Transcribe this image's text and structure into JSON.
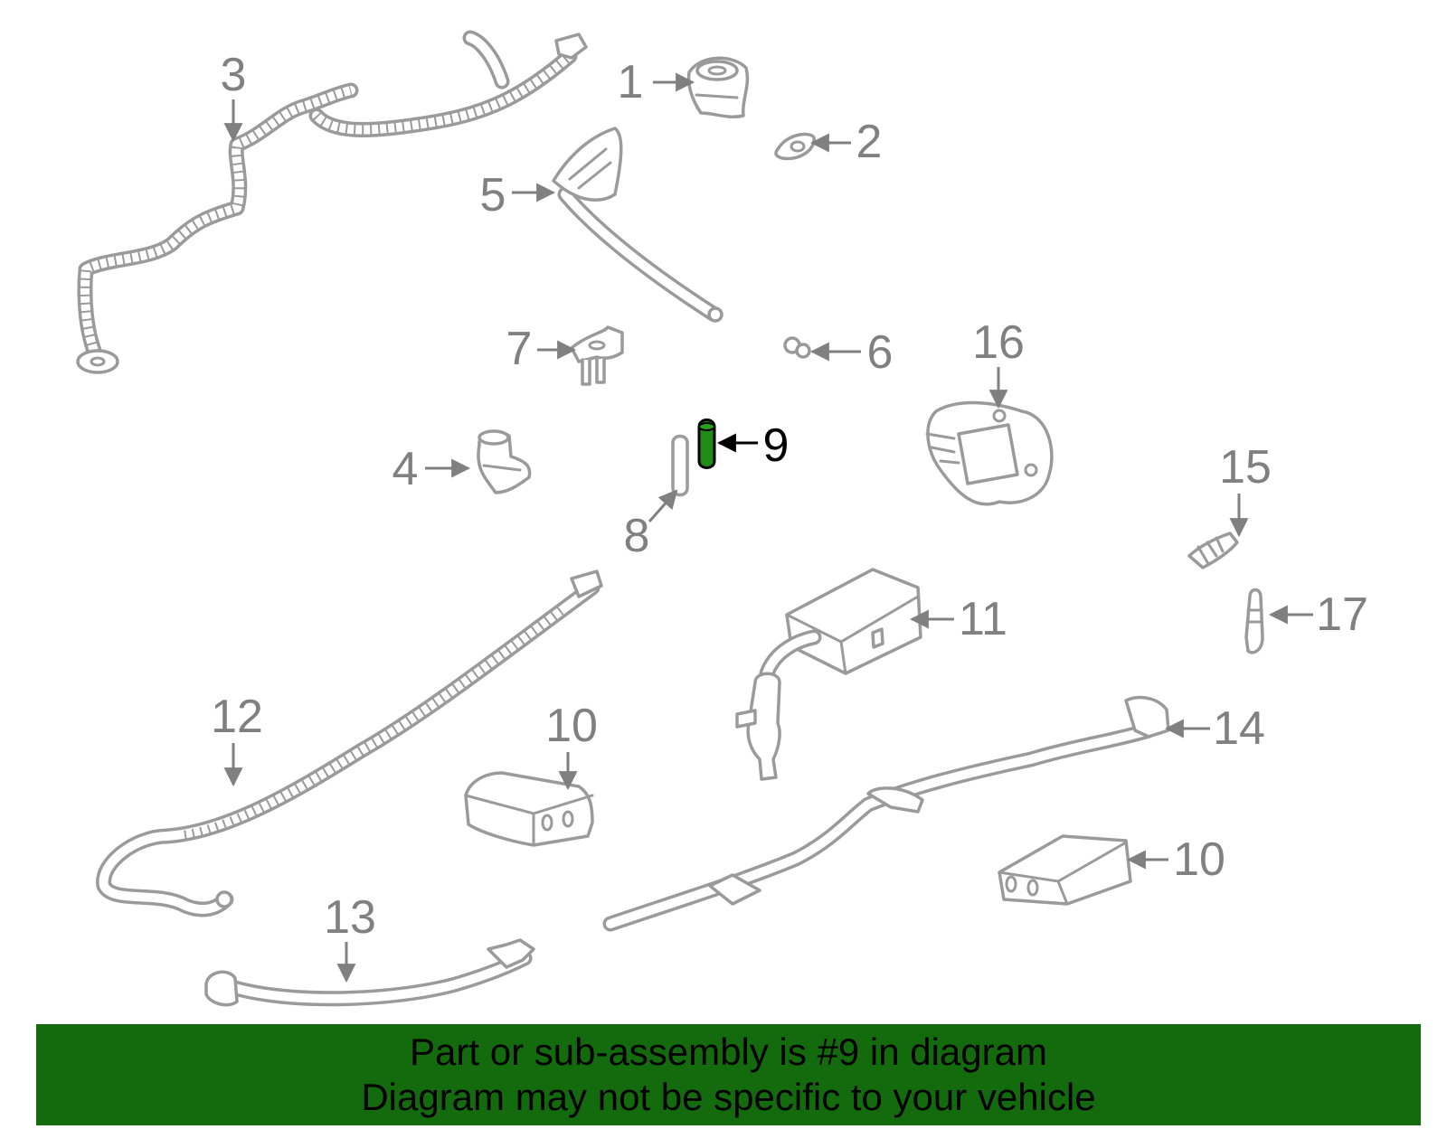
{
  "callouts": {
    "c1": "1",
    "c2": "2",
    "c3": "3",
    "c4": "4",
    "c5": "5",
    "c6": "6",
    "c7": "7",
    "c8": "8",
    "c9": "9",
    "c10a": "10",
    "c10b": "10",
    "c11": "11",
    "c12": "12",
    "c13": "13",
    "c14": "14",
    "c15": "15",
    "c16": "16",
    "c17": "17"
  },
  "highlighted_part": "9",
  "colors": {
    "banner": "#146b0e",
    "highlight_part": "#1f8c17",
    "part_outline": "#9a9a9a",
    "callout_text": "#808080",
    "active_text": "#000000"
  },
  "banner": {
    "line1": "Part or sub-assembly is #9 in diagram",
    "line2": "Diagram may not be specific to your vehicle"
  }
}
